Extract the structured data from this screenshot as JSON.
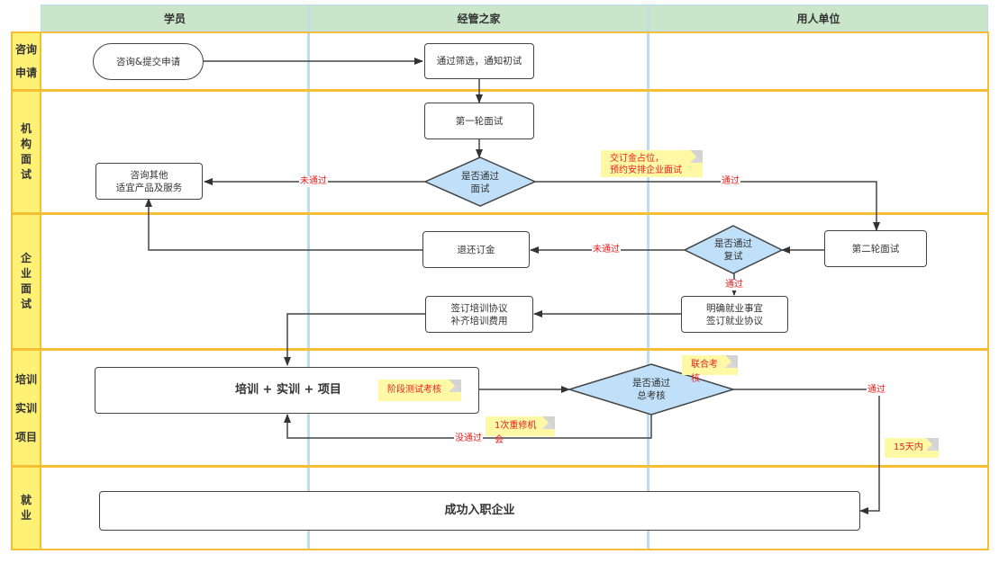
{
  "columns": [
    "学员",
    "经管之家",
    "用人单位"
  ],
  "lanes": [
    {
      "label": "咨询\n申请"
    },
    {
      "label": "机\n构\n面\n试"
    },
    {
      "label": "企\n业\n面\n试"
    },
    {
      "label": "培训\n实训\n项目"
    },
    {
      "label": "就\n业"
    }
  ],
  "nodes": {
    "consult_apply": "咨询&提交申请",
    "screening": "通过筛选，通知初试",
    "first_interview": "第一轮面试",
    "pass_interview": "是否通过\n面试",
    "other_products": "咨询其他\n适宜产品及服务",
    "second_interview": "第二轮面试",
    "pass_reexam": "是否通过\n复试",
    "refund_deposit": "退还订金",
    "confirm_employment": "明确就业事宜\n签订就业协议",
    "sign_training": "签订培训协议\n补齐培训费用",
    "training": "培训 + 实训 + 项目",
    "pass_final": "是否通过\n总考核",
    "employed": "成功入职企业"
  },
  "edge_labels": {
    "fail_interview": "未通过",
    "pass_interview": "通过",
    "fail_reexam": "未通过",
    "pass_reexam": "通过",
    "fail_final": "没通过",
    "pass_final": "通过"
  },
  "notes": {
    "deposit": "交订金占位，\n预约安排企业面试",
    "stage_test": "阶段测试考核",
    "joint_review": "联合考核",
    "retake": "1次重修机会",
    "within_days": "15天内"
  },
  "colors": {
    "header_bg": "#c9e6cb",
    "lane_label_bg": "#fff176",
    "lane_border": "#f6bf33",
    "column_divider": "#bcdcf4",
    "diamond_fill": "#bfe0f8",
    "note_bg": "#fff9a6",
    "edge_label": "#e62020"
  }
}
